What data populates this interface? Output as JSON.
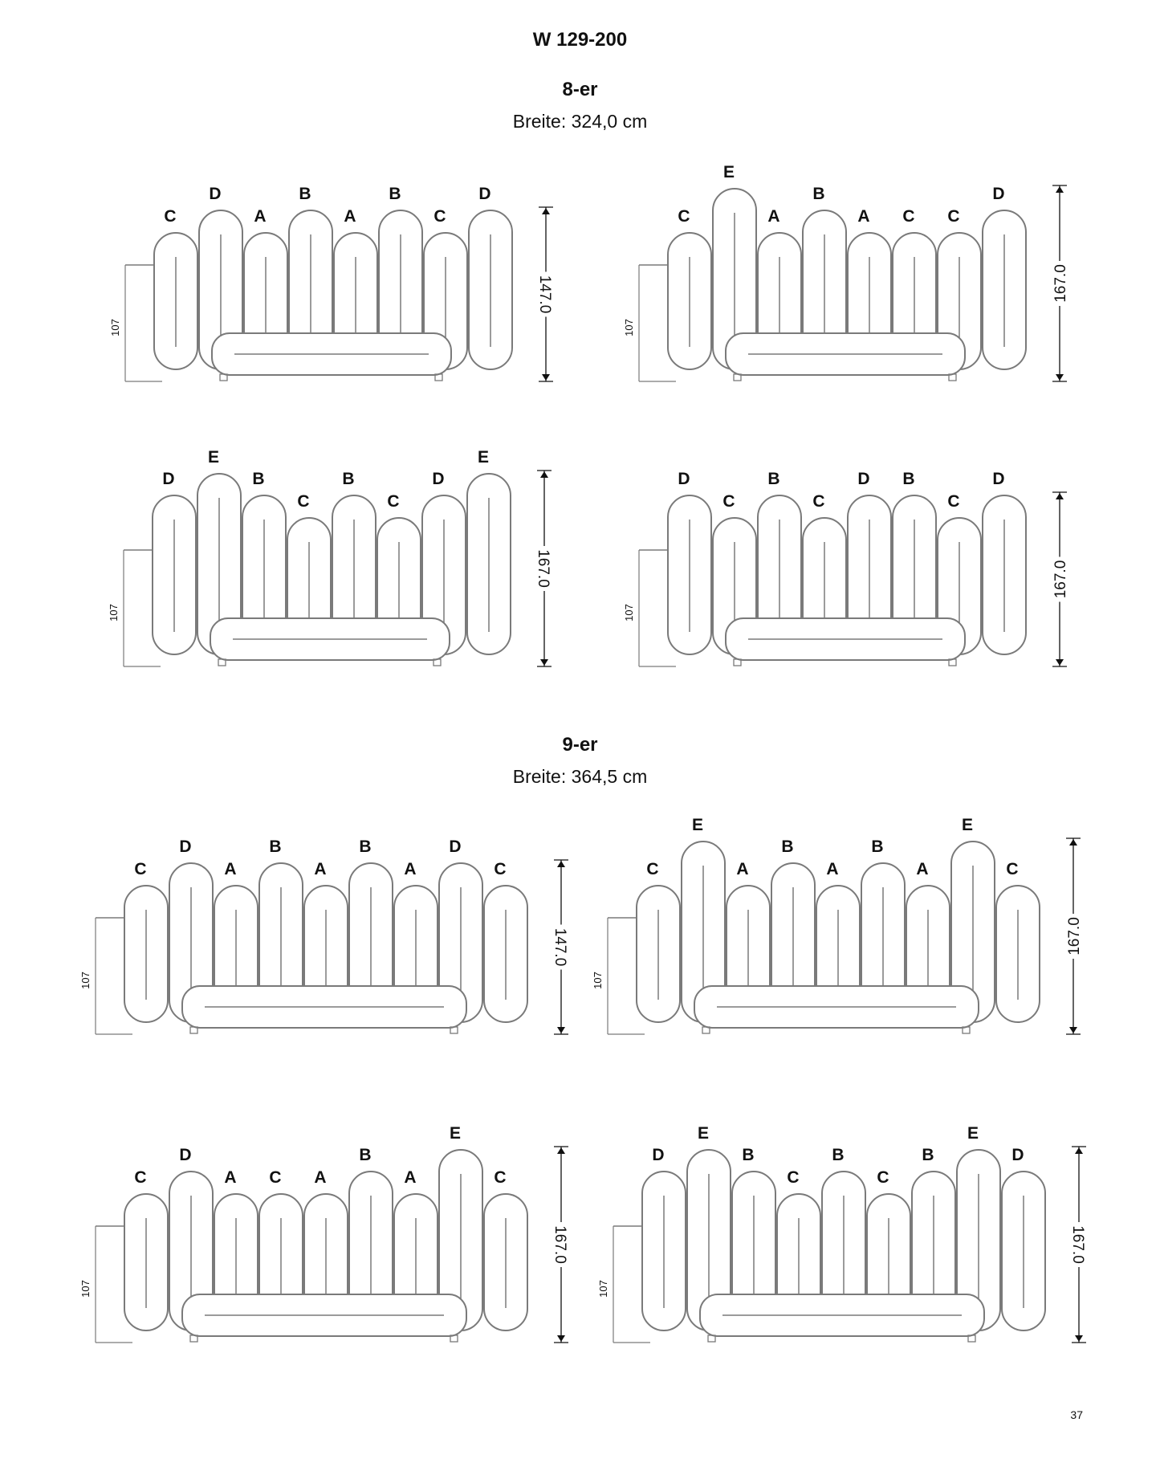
{
  "title": "W 129-200",
  "page_number": "37",
  "seat_height_label": "107",
  "sections": [
    {
      "name": "8-er",
      "width_text": "Breite: 324,0 cm",
      "configs": [
        {
          "modules": [
            "C",
            "D",
            "A",
            "B",
            "A",
            "B",
            "C",
            "D"
          ],
          "total": "147.0"
        },
        {
          "modules": [
            "C",
            "E",
            "A",
            "B",
            "A",
            "C",
            "C",
            "D"
          ],
          "total": "167.0"
        },
        {
          "modules": [
            "D",
            "E",
            "B",
            "C",
            "B",
            "C",
            "D",
            "E"
          ],
          "total": "167.0"
        },
        {
          "modules": [
            "D",
            "C",
            "B",
            "C",
            "D",
            "B",
            "C",
            "D"
          ],
          "total": "167.0"
        }
      ]
    },
    {
      "name": "9-er",
      "width_text": "Breite: 364,5 cm",
      "configs": [
        {
          "modules": [
            "C",
            "D",
            "A",
            "B",
            "A",
            "B",
            "A",
            "D",
            "C"
          ],
          "total": "147.0"
        },
        {
          "modules": [
            "C",
            "E",
            "A",
            "B",
            "A",
            "B",
            "A",
            "E",
            "C"
          ],
          "total": "167.0"
        },
        {
          "modules": [
            "C",
            "D",
            "A",
            "C",
            "A",
            "B",
            "A",
            "E",
            "C"
          ],
          "total": "167.0"
        },
        {
          "modules": [
            "D",
            "E",
            "B",
            "C",
            "B",
            "C",
            "B",
            "E",
            "D"
          ],
          "total": "167.0"
        }
      ]
    }
  ],
  "colors": {
    "outline": "#7a7a7a",
    "text": "#111111"
  }
}
